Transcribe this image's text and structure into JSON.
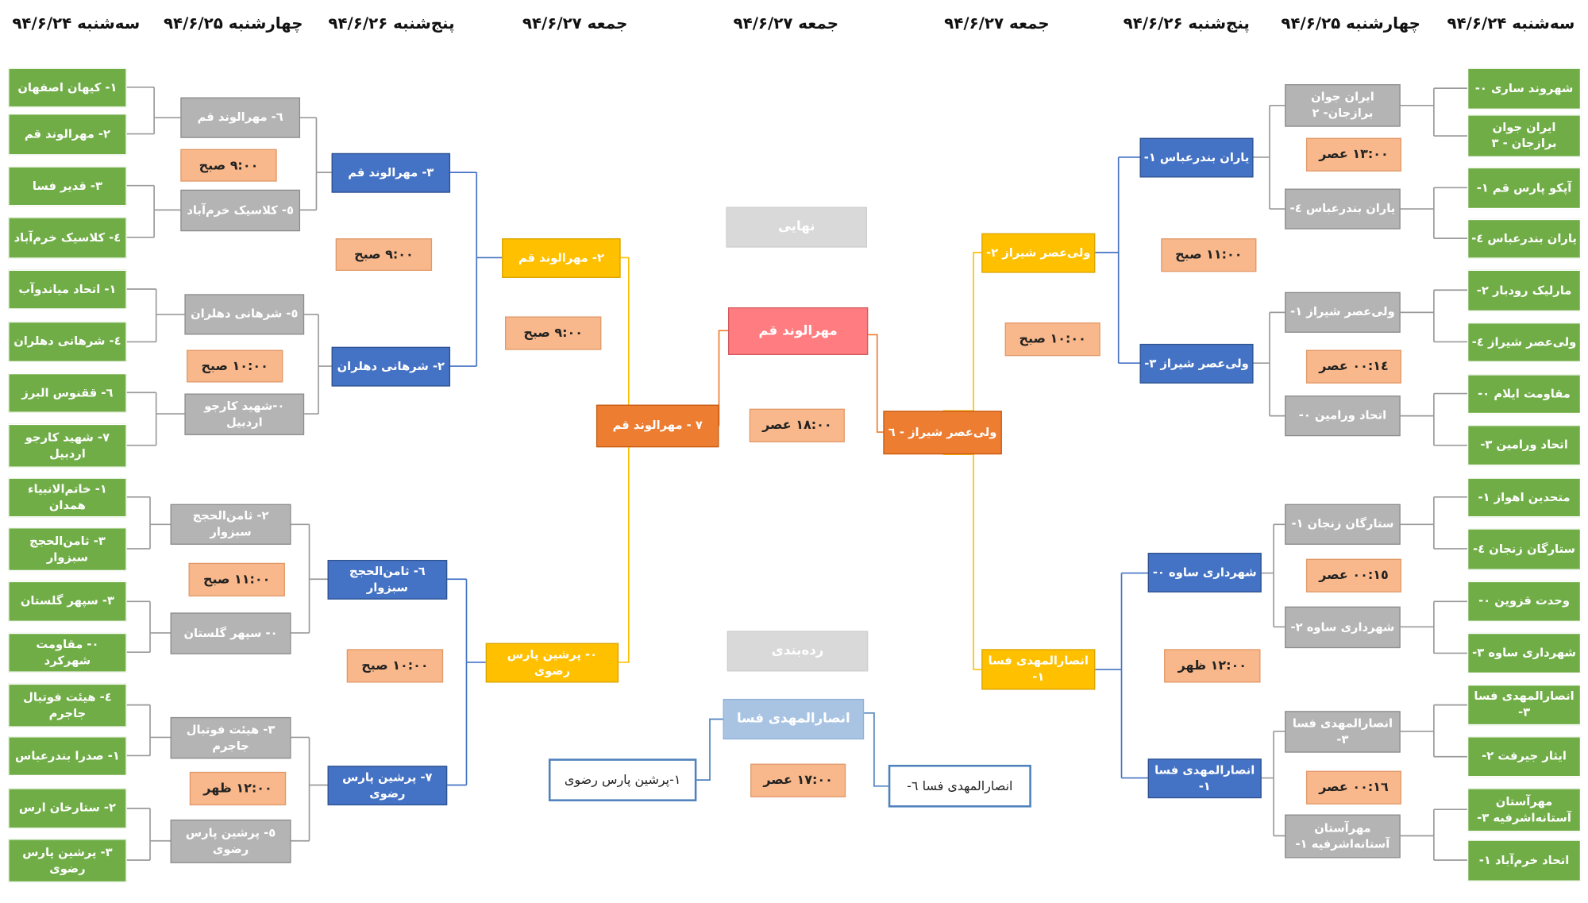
{
  "headers": [
    "سه‌شنبه ۹۴/۶/۲۴",
    "چهارشنبه ۹۴/۶/۲۵",
    "پنج‌شنبه ۹۴/۶/۲۶",
    "جمعه ۹۴/۶/۲۷",
    "جمعه ۹۴/۶/۲۷",
    "جمعه ۹۴/۶/۲۷",
    "پنج‌شنبه ۹۴/۶/۲۶",
    "چهارشنبه ۹۴/۶/۲۵",
    "سه‌شنبه ۹۴/۶/۲۴"
  ],
  "left": {
    "r1": [
      "۱- کیهان اصفهان",
      "۲- مهرالوند قم",
      "۳- قدیر فسا",
      "٤- کلاسیک خرم‌آباد",
      "۱- اتحاد میاندوآب",
      "٤- شرهانی دهلران",
      "٦- ققنوس البرز",
      "۷- شهید کارجو اردبیل",
      "۱- خاتم‌الانبیاء همدان",
      "۳- ثامن‌الحجج سبزوار",
      "۳- سپهر گلستان",
      "۰- مقاومت شهرکرد",
      "٤- هیئت فوتبال جاجرم",
      "۱- صدرا بندرعباس",
      "۲- ستارخان ارس",
      "۳- پرشین پارس رضوی"
    ],
    "r2": [
      "٦- مهرالوند قم",
      "٥- کلاسیک خرم‌آباد",
      "٥- شرهانی دهلران",
      "۰-شهید کارجو اردبیل",
      "۲- ثامن‌الحجج سبزوار",
      "۰- سپهر گلستان",
      "۳- هیئت فوتبال جاجرم",
      "٥- پرشین پارس رضوی"
    ],
    "r2_times": [
      "۹:۰۰ صبح",
      "۱۰:۰۰ صبح",
      "۱۱:۰۰ صبح",
      "۱۲:۰۰ ظهر"
    ],
    "r3": [
      "۳- مهرالوند قم",
      "۲- شرهانی دهلران",
      "٦- ثامن‌الحجج سبزوار",
      "۷- پرشین پارس رضوی"
    ],
    "r3_times": [
      "۹:۰۰ صبح",
      "۱۰:۰۰ صبح"
    ],
    "r4": [
      "۲- مهرالوند قم",
      "۰- پرشین پارس رضوی"
    ],
    "r4_time": "۹:۰۰ صبح",
    "semi": "۷ - مهرالوند قم"
  },
  "right": {
    "r1": [
      "شهروند ساری ۰-",
      "ایران جوان برازجان - ۳",
      "آپکو پارس قم ۱-",
      "یاران بندرعباس ٤-",
      "مارلیک رودبار ۲-",
      "ولی‌عصر شیراز ٤-",
      "مقاومت ایلام ۰-",
      "اتحاد ورامین ۳-",
      "متحدین اهواز ۱-",
      "ستارگان زنجان ٤-",
      "وحدت قزوین ۰-",
      "شهرداری ساوه ۳-",
      "انصارالمهدی فسا ۳-",
      "ایثار جیرفت ۲-",
      "مهرآستان آستانه‌اشرفیه ۳-",
      "اتحاد خرم‌آباد ۱-"
    ],
    "r2": [
      "ایران جوان برازجان- ۲",
      "یاران بندرعباس ٤-",
      "ولی‌عصر شیراز ۱-",
      "اتحاد ورامین ۰-",
      "ستارگان زنجان ۱-",
      "شهرداری ساوه ۲-",
      "انصارالمهدی فسا ۳-",
      "مهرآستان آستانه‌اشرفیه ۱-"
    ],
    "r2_times": [
      "۱۳:۰۰ عصر",
      "۱٤:۰۰ عصر",
      "۱٥:۰۰ عصر",
      "۱٦:۰۰ عصر"
    ],
    "r3": [
      "یاران بندرعباس ۱-",
      "ولی‌عصر شیراز ۳-",
      "شهرداری ساوه ۰-",
      "انصارالمهدی فسا ۱-"
    ],
    "r3_times": [
      "۱۱:۰۰ صبح",
      "۱۲:۰۰ ظهر"
    ],
    "r4": [
      "ولی‌عصر شیراز ۲-",
      "انصارالمهدی فسا ۱-"
    ],
    "r4_time": "۱۰:۰۰ صبح",
    "semi": "ولی‌عصر شیراز - ٦"
  },
  "center": {
    "final_label": "نهایی",
    "champion": "مهرالوند قم",
    "final_time": "۱۸:۰۰ عصر",
    "third_label": "رده‌بندی",
    "third_winner": "انصارالمهدی فسا",
    "third_left": "۱-پرشین پارس رضوی",
    "third_right": "انصارالمهدی فسا ٦-",
    "third_time": "۱۷:۰۰ عصر"
  }
}
